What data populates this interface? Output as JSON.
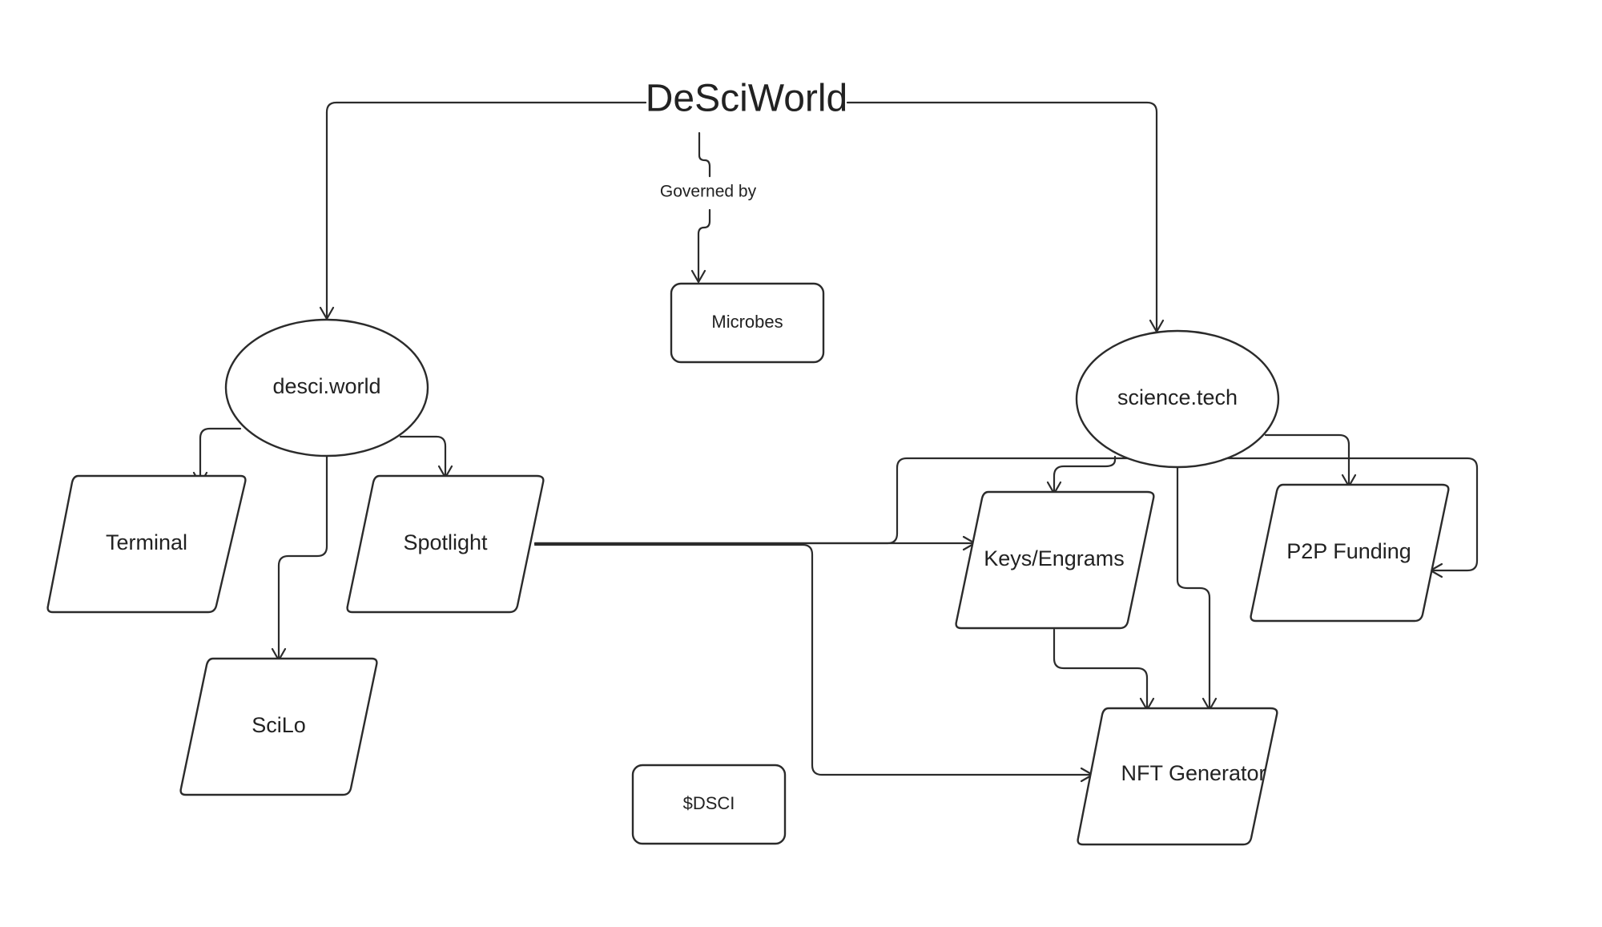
{
  "diagram": {
    "title": "DeSciWorld",
    "edge_label_governed": "Governed by",
    "nodes": {
      "microbes": "Microbes",
      "desci_world": "desci.world",
      "science_tech": "science.tech",
      "terminal": "Terminal",
      "spotlight": "Spotlight",
      "scilo": "SciLo",
      "keys_engrams": "Keys/Engrams",
      "p2p_funding": "P2P Funding",
      "nft_generator": "NFT Generator",
      "dsci": "$DSCI"
    },
    "colors": {
      "stroke": "#2b2b2b",
      "text": "#222222",
      "background": "#ffffff"
    }
  }
}
